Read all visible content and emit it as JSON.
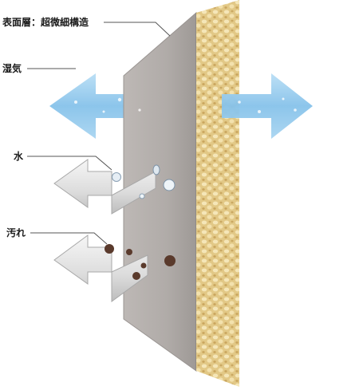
{
  "labels": {
    "surface_layer": "表面層：超微細構造",
    "moisture": "湿気",
    "water": "水",
    "dirt": "汚れ"
  },
  "colors": {
    "wall_face": "#b3aeab",
    "wall_edge": "#8f8a86",
    "foam_base": "#e6cf8f",
    "foam_light": "#f4e3b0",
    "arrow_blue": "#8ec7ec",
    "arrow_gray": "#dcdcdc",
    "dirt": "#5a3a2c",
    "leader_line": "#555555",
    "text": "#1a1a1a"
  },
  "icons": [
    "wall-panel",
    "foam-insulation",
    "vapor-arrow",
    "water-drop",
    "dirt-particle"
  ]
}
